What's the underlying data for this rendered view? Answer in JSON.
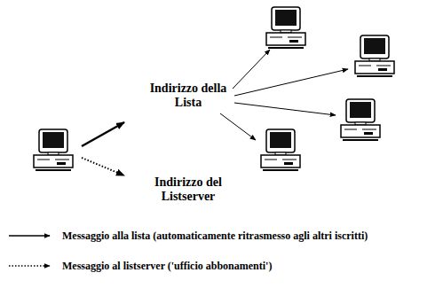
{
  "diagram": {
    "labels": [
      "Indirizzo della Lista",
      "Indirizzo del Listserver"
    ],
    "legend": [
      {
        "text": "Messaggio alla lista (automaticamente ritrasmesso agli altri iscritti)"
      },
      {
        "text": "Messaggio al listserver ('ufficio abbonamenti')"
      }
    ]
  }
}
